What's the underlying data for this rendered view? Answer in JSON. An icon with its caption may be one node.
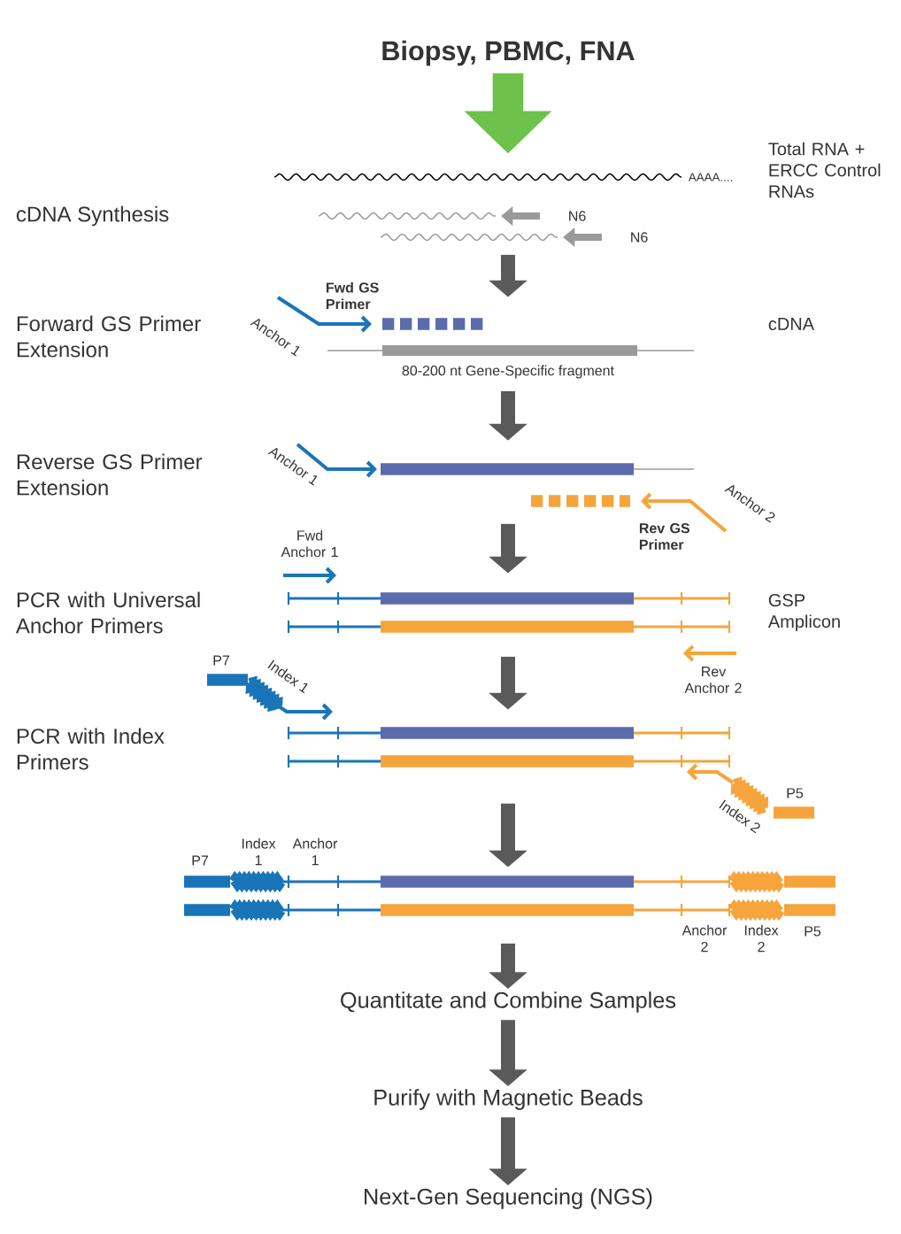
{
  "diagram": {
    "nodes": [
      {
        "text": [
          "Biopsy, PBMC, FNA"
        ]
      },
      {
        "text": [],
        "shape": "picture"
      },
      {
        "text": [],
        "shape": "picture"
      },
      {
        "text": [],
        "shape": "picture"
      },
      {
        "text": [],
        "shape": "picture"
      },
      {
        "text": [],
        "shape": "picture"
      },
      {
        "text": [],
        "shape": "picture"
      },
      {
        "text": [
          "Quantitate and Combine Samples"
        ]
      },
      {
        "text": [
          "Purify with Magnetic Beads"
        ]
      },
      {
        "text": [
          "Next-Gen Sequencing (NGS)"
        ]
      }
    ],
    "edges": [
      {
        "from": 0,
        "to": 1,
        "arrow": "to",
        "style": "thick",
        "color": "#6cc24a"
      },
      {
        "from": 1,
        "to": 2,
        "arrow": "to"
      },
      {
        "from": 2,
        "to": 3,
        "arrow": "to"
      },
      {
        "from": 3,
        "to": 4,
        "arrow": "to"
      },
      {
        "from": 4,
        "to": 5,
        "arrow": "to"
      },
      {
        "from": 5,
        "to": 6,
        "arrow": "to"
      },
      {
        "from": 6,
        "to": 7,
        "arrow": "to"
      },
      {
        "from": 7,
        "to": 8,
        "arrow": "to"
      },
      {
        "from": 8,
        "to": 9,
        "arrow": "to"
      }
    ],
    "labels": [
      "AAAA....",
      "Total RNA + ERCC Control RNAs",
      "cDNA Synthesis",
      "N6",
      "N6",
      "Fwd GS Primer",
      "Anchor 1",
      "Forward GS Primer Extension",
      "cDNA",
      "80-200 nt Gene-Specific fragment",
      "Reverse GS Primer Extension",
      "Anchor 1",
      "Anchor 2",
      "Rev GS Primer",
      "Fwd Anchor 1",
      "PCR with Universal Anchor Primers",
      "GSP Amplicon",
      "Rev Anchor 2",
      "P7",
      "Index 1",
      "PCR with Index Primers",
      "P5",
      "Index 2",
      "P7",
      "Index 1",
      "Anchor 1",
      "Anchor 2",
      "Index 2",
      "P5"
    ]
  }
}
